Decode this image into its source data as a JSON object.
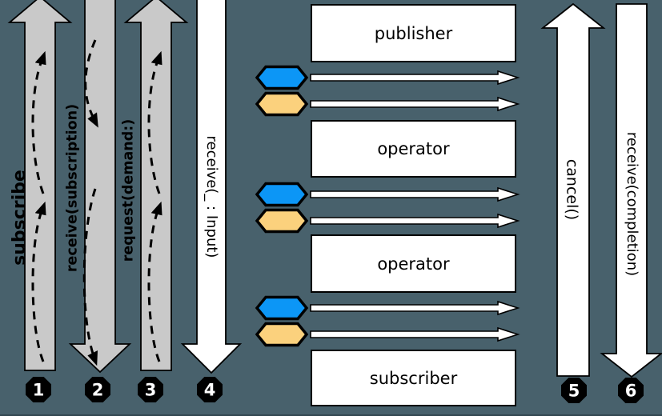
{
  "diagram": {
    "title_hint": "publisher-operator-subscriber lifecycle diagram",
    "background_color": "#48616C",
    "colors": {
      "gray_arrow_fill": "#C9C9C9",
      "white_arrow_fill": "#FFFFFF",
      "outline": "#000000",
      "blue_value_marker": "#0C96F6",
      "tan_value_marker": "#FBD17D",
      "badge_fill": "#000000",
      "badge_text": "#FFFFFF"
    },
    "nodes": [
      {
        "label": "publisher"
      },
      {
        "label": "operator"
      },
      {
        "label": "operator"
      },
      {
        "label": "subscriber"
      }
    ],
    "lifecycle_arrows": [
      {
        "num": "1",
        "label": "subscribe",
        "direction": "up",
        "style": "gray"
      },
      {
        "num": "2",
        "label": "receive(subscription)",
        "direction": "down",
        "style": "gray"
      },
      {
        "num": "3",
        "label": "request(demand:)",
        "direction": "up",
        "style": "gray"
      },
      {
        "num": "4",
        "label": "receive(_ : Input)",
        "direction": "down",
        "style": "white"
      },
      {
        "num": "5",
        "label": "cancel()",
        "direction": "up",
        "style": "white"
      },
      {
        "num": "6",
        "label": "receive(completion)",
        "direction": "down",
        "style": "white"
      }
    ],
    "value_emissions": [
      {
        "gap": "publisher-operator",
        "marker": "blue"
      },
      {
        "gap": "publisher-operator",
        "marker": "tan"
      },
      {
        "gap": "operator-operator",
        "marker": "blue"
      },
      {
        "gap": "operator-operator",
        "marker": "tan"
      },
      {
        "gap": "operator-subscriber",
        "marker": "blue"
      },
      {
        "gap": "operator-subscriber",
        "marker": "tan"
      }
    ]
  }
}
